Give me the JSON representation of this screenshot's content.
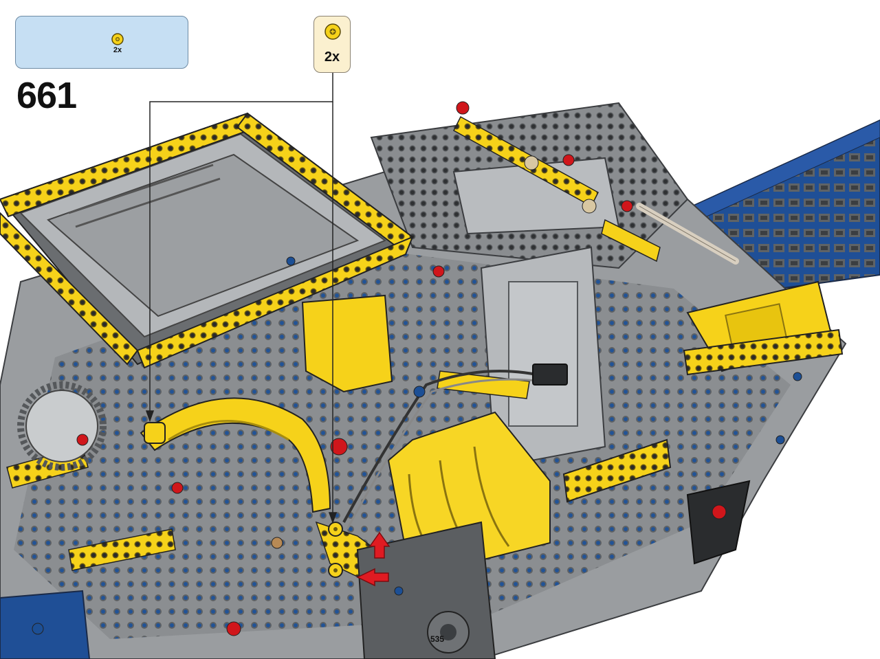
{
  "parts_list": {
    "quantity": "2x",
    "part_icon": "yellow-bushing-icon"
  },
  "callout": {
    "quantity": "2x",
    "part_icon": "yellow-bushing-icon"
  },
  "step": {
    "number": "661"
  },
  "page": {
    "number": "535"
  },
  "colors": {
    "parts_box_bg": "#c6dff3",
    "callout_bg": "#fbf0cf",
    "technic_yellow": "#f6d21a",
    "technic_gray": "#8a8d90",
    "dark_gray": "#55585b",
    "technic_blue": "#1c4f95",
    "technic_red": "#d0161b"
  }
}
